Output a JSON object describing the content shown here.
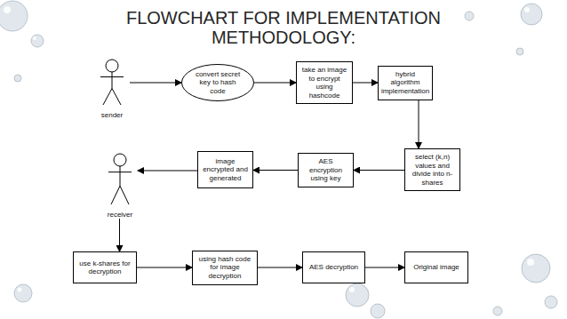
{
  "diagram": {
    "title": "FLOWCHART FOR IMPLEMENTATION METHODOLOGY:",
    "nodes": [
      {
        "text": [
          "sender"
        ]
      },
      {
        "text": [
          "convert secret key to hash code"
        ]
      },
      {
        "text": [
          "take an image to encrypt using hashcode"
        ]
      },
      {
        "text": [
          "hybrid algorithm implementation"
        ]
      },
      {
        "text": [
          "select (k,n) values and divide into n-shares"
        ]
      },
      {
        "text": [
          "AES encryption using key"
        ]
      },
      {
        "text": [
          "image encrypted and generated"
        ]
      },
      {
        "text": [
          "receiver"
        ]
      },
      {
        "text": [
          "use k-shares for decryption"
        ]
      },
      {
        "text": [
          "using hash code for image decryption"
        ]
      },
      {
        "text": [
          "AES decryption"
        ]
      },
      {
        "text": [
          "Original image"
        ]
      }
    ],
    "edges": [
      {
        "from": 0,
        "to": 1,
        "arrow": "to"
      },
      {
        "from": 1,
        "to": 2,
        "arrow": "to"
      },
      {
        "from": 2,
        "to": 3,
        "arrow": "to"
      },
      {
        "from": 3,
        "to": 4,
        "arrow": "to"
      },
      {
        "from": 4,
        "to": 5,
        "arrow": "to"
      },
      {
        "from": 5,
        "to": 6,
        "arrow": "to"
      },
      {
        "from": 6,
        "to": 7,
        "arrow": "to"
      },
      {
        "from": 7,
        "to": 8,
        "arrow": "to"
      },
      {
        "from": 8,
        "to": 9,
        "arrow": "to"
      },
      {
        "from": 9,
        "to": 10,
        "arrow": "to"
      },
      {
        "from": 10,
        "to": 11,
        "arrow": "to"
      }
    ]
  }
}
